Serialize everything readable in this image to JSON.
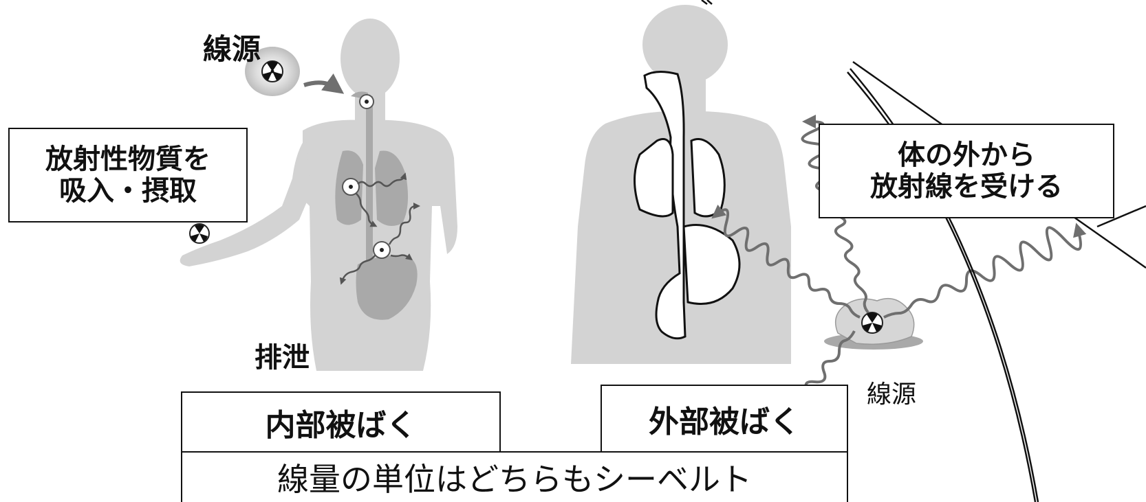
{
  "internal": {
    "source_label": "線源",
    "intake_box": [
      "放射性物質を",
      "吸入・摂取"
    ],
    "excretion_label": "排泄",
    "title": "内部被ばく"
  },
  "external": {
    "info_box": [
      "体の外から",
      "放射線を受ける"
    ],
    "source_label": "線源",
    "title": "外部被ばく"
  },
  "footer": "線量の単位はどちらもシーベルト",
  "colors": {
    "body": "#d3d3d3",
    "organ": "#a9a9a9",
    "ray": "#6f6f6f",
    "line": "#111111"
  }
}
